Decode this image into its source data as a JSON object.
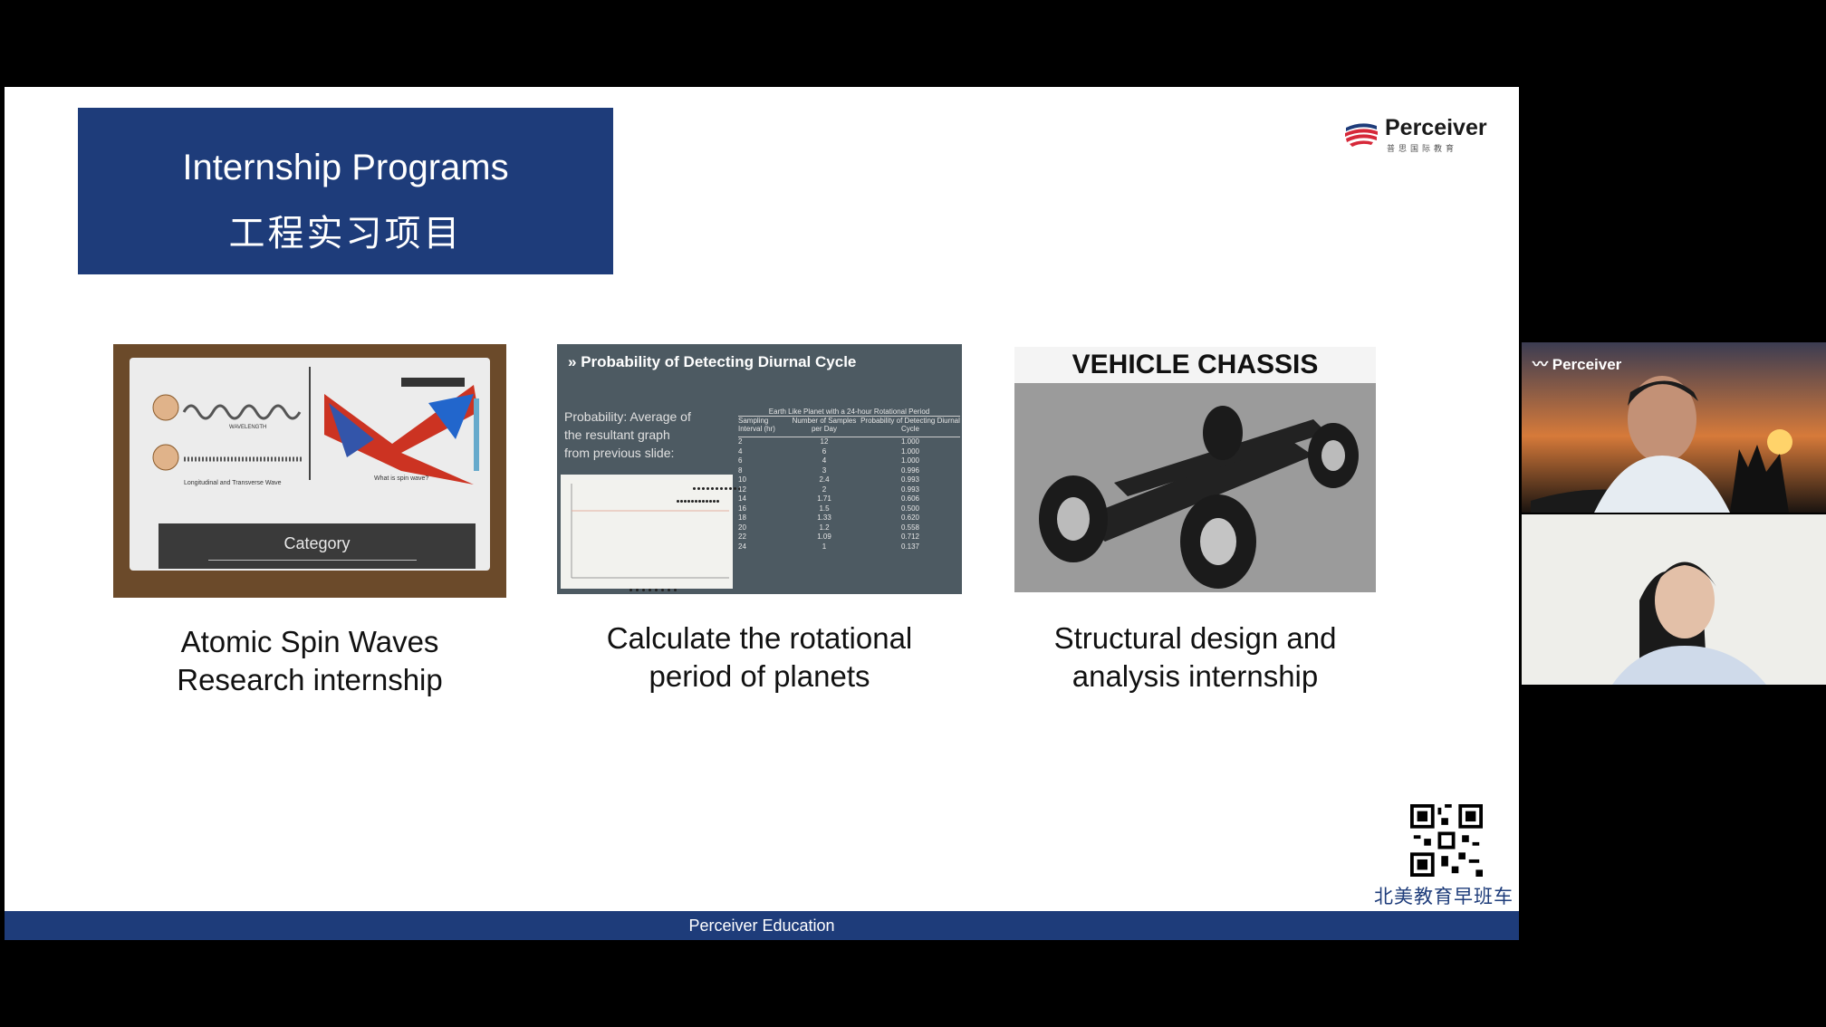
{
  "slide": {
    "title_en": "Internship Programs",
    "title_zh": "工程实习项目",
    "logo": {
      "name": "Perceiver",
      "sub": "普思国际教育"
    },
    "cards": [
      {
        "image": {
          "panel_label": "Category",
          "caption_left": "Longitudinal and Transverse Wave",
          "caption_right": "What is spin wave?",
          "wave_label": "WAVELENGTH"
        },
        "caption_line1": "Atomic Spin Waves",
        "caption_line2": "Research internship"
      },
      {
        "image": {
          "heading": "Probability of Detecting Diurnal Cycle",
          "left_text_1": "Probability: Average of",
          "left_text_2": "the resultant graph",
          "left_text_3": "from previous slide:",
          "table_title": "Earth Like Planet with a 24-hour Rotational Period",
          "headers": [
            "Sampling Interval (hr)",
            "Number of Samples per Day",
            "Probability of Detecting Diurnal Cycle"
          ],
          "rows": [
            [
              "2",
              "12",
              "1.000"
            ],
            [
              "4",
              "6",
              "1.000"
            ],
            [
              "6",
              "4",
              "1.000"
            ],
            [
              "8",
              "3",
              "0.996"
            ],
            [
              "10",
              "2.4",
              "0.993"
            ],
            [
              "12",
              "2",
              "0.993"
            ],
            [
              "14",
              "1.71",
              "0.606"
            ],
            [
              "16",
              "1.5",
              "0.500"
            ],
            [
              "18",
              "1.33",
              "0.620"
            ],
            [
              "20",
              "1.2",
              "0.558"
            ],
            [
              "22",
              "1.09",
              "0.712"
            ],
            [
              "24",
              "1",
              "0.137"
            ]
          ]
        },
        "caption_line1": "Calculate the rotational",
        "caption_line2": "period of planets"
      },
      {
        "image": {
          "heading": "VEHICLE CHASSIS"
        },
        "caption_line1": "Structural design and",
        "caption_line2": "analysis internship"
      }
    ],
    "qr_caption": "北美教育早班车",
    "footer": "Perceiver Education"
  },
  "participants": {
    "top_logo": "Perceiver"
  },
  "colors": {
    "navy": "#1e3c7a",
    "background": "#000000",
    "slide": "#ffffff"
  }
}
